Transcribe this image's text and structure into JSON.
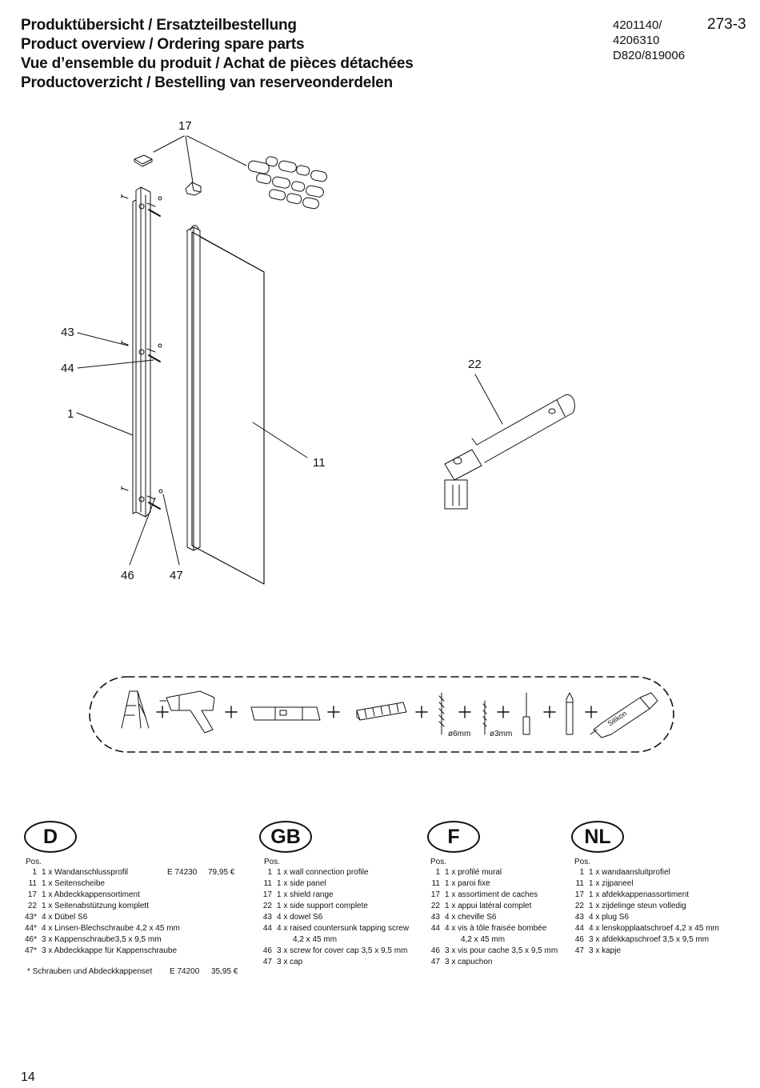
{
  "header": {
    "titles": [
      "Produktübersicht / Ersatzteilbestellung",
      "Product overview / Ordering spare parts",
      "Vue d’ensemble du produit / Achat de pièces détachées",
      "Productoverzicht / Bestelling van reserveonderdelen"
    ],
    "article_numbers": [
      "4201140/",
      "4206310",
      "D820/819006"
    ],
    "document_number": "273-3"
  },
  "diagram": {
    "callouts": {
      "c17": "17",
      "c43": "43",
      "c44": "44",
      "c1": "1",
      "c11": "11",
      "c22": "22",
      "c46": "46",
      "c47": "47"
    }
  },
  "tools": {
    "plus": "+",
    "drill_6": "ø6mm",
    "drill_3": "ø3mm",
    "silicone": "Silikon",
    "icons": [
      "ladder-icon",
      "drill-icon",
      "spirit-level-icon",
      "folding-rule-icon",
      "drill-bit-icon",
      "drill-bit-icon",
      "screwdriver-icon",
      "pencil-icon",
      "silicone-tube-icon"
    ]
  },
  "parts_lists": {
    "de": {
      "badge": "D",
      "pos_label": "Pos.",
      "items": [
        {
          "pos": "1",
          "text": "1 x Wandanschlussprofil",
          "code": "E 74230",
          "price": "79,95 €"
        },
        {
          "pos": "11",
          "text": "1 x Seitenscheibe"
        },
        {
          "pos": "17",
          "text": "1 x Abdeckkappensortiment"
        },
        {
          "pos": "22",
          "text": "1 x Seitenabstützung  komplett"
        },
        {
          "pos": "43*",
          "text": "4 x Dübel S6"
        },
        {
          "pos": "44*",
          "text": "4 x Linsen-Blechschraube 4,2 x 45 mm"
        },
        {
          "pos": "46*",
          "text": "3 x Kappenschraube3,5 x 9,5 mm"
        },
        {
          "pos": "47*",
          "text": "3 x Abdeckkappe  für  Kappenschraube"
        }
      ],
      "footnote": {
        "text": "* Schrauben und Abdeckkappenset",
        "code": "E 74200",
        "price": "35,95 €"
      }
    },
    "gb": {
      "badge": "GB",
      "pos_label": "Pos.",
      "items": [
        {
          "pos": "1",
          "text": "1 x wall connection profile"
        },
        {
          "pos": "11",
          "text": "1 x side panel"
        },
        {
          "pos": "17",
          "text": "1 x shield range"
        },
        {
          "pos": "22",
          "text": "1 x side  support  complete"
        },
        {
          "pos": "43",
          "text": "4 x dowel S6"
        },
        {
          "pos": "44",
          "text": "4 x raised  countersunk tapping screw",
          "cont": "4,2 x 45 mm"
        },
        {
          "pos": "46",
          "text": "3 x screw for cover cap  3,5 x 9,5 mm"
        },
        {
          "pos": "47",
          "text": "3 x cap"
        }
      ]
    },
    "fr": {
      "badge": "F",
      "pos_label": "Pos.",
      "items": [
        {
          "pos": "1",
          "text": "1 x profilé mural"
        },
        {
          "pos": "11",
          "text": "1 x paroi fixe"
        },
        {
          "pos": "17",
          "text": "1 x assortiment de caches"
        },
        {
          "pos": "22",
          "text": "1 x appui  latéral  complet"
        },
        {
          "pos": "43",
          "text": "4 x cheville S6"
        },
        {
          "pos": "44",
          "text": "4 x vis à tôle fraisée bombée",
          "cont": "4,2 x 45 mm"
        },
        {
          "pos": "46",
          "text": "3 x vis pour cache 3,5 x 9,5 mm"
        },
        {
          "pos": "47",
          "text": "3 x capuchon"
        }
      ]
    },
    "nl": {
      "badge": "NL",
      "pos_label": "Pos.",
      "items": [
        {
          "pos": "1",
          "text": "1 x wandaansluitprofiel"
        },
        {
          "pos": "11",
          "text": "1 x zijpaneel"
        },
        {
          "pos": "17",
          "text": "1 x afdekkappenassortiment"
        },
        {
          "pos": "22",
          "text": "1 x zijdelinge  steun  volledig"
        },
        {
          "pos": "43",
          "text": "4 x plug S6"
        },
        {
          "pos": "44",
          "text": "4 x lenskopplaatschroef 4,2 x 45 mm"
        },
        {
          "pos": "46",
          "text": "3 x afdekkapschroef 3,5 x 9,5 mm"
        },
        {
          "pos": "47",
          "text": "3 x kapje"
        }
      ]
    }
  },
  "footer": {
    "page_number": "14"
  }
}
